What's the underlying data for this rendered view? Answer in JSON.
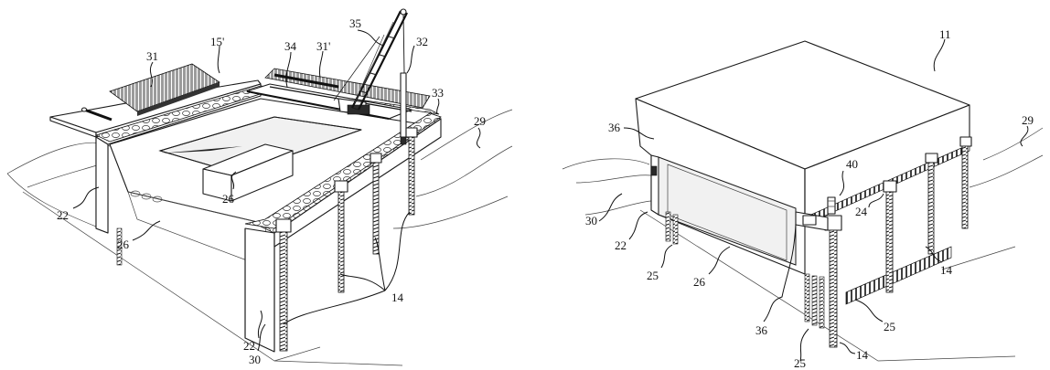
{
  "figures": [
    {
      "id": "left",
      "labels": [
        "31",
        "15'",
        "34",
        "31'",
        "35",
        "32",
        "33",
        "29",
        "26",
        "26",
        "22",
        "22",
        "30",
        "14"
      ]
    },
    {
      "id": "right",
      "labels": [
        "11",
        "36",
        "29",
        "40",
        "30",
        "22",
        "24",
        "25",
        "26",
        "36",
        "25",
        "14",
        "25",
        "14"
      ]
    }
  ]
}
